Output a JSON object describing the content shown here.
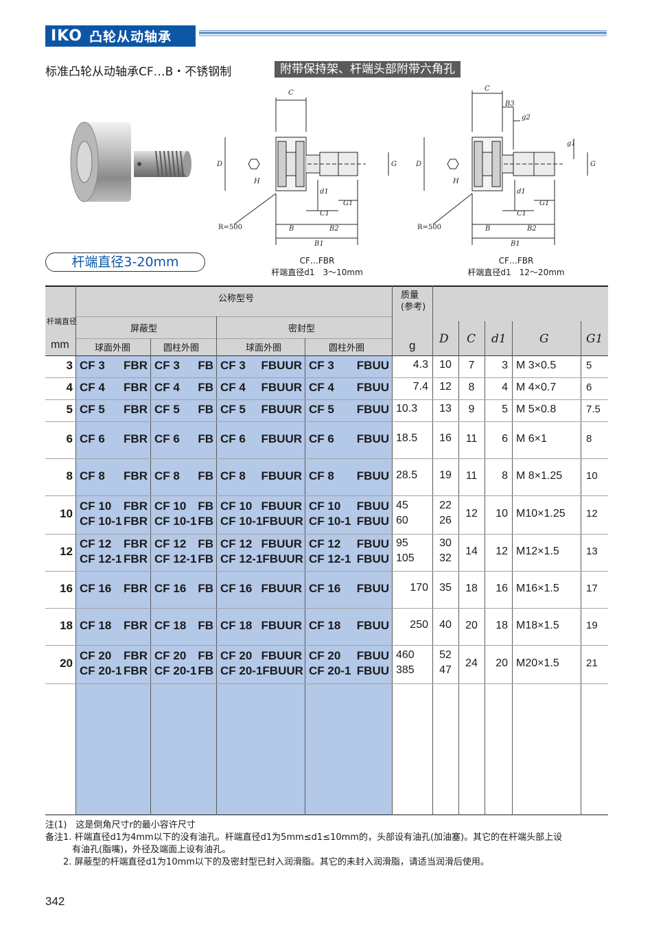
{
  "header": {
    "brand": "IKO",
    "title": "凸轮从动轴承",
    "subtitle": "标准凸轮从动轴承CF…B・不锈钢制",
    "tag": "附带保持架、杆端头部附带六角孔"
  },
  "range_label": "杆端直径3-20mm",
  "diagrams": [
    {
      "labels": {
        "C": "C",
        "D": "D",
        "H": "H",
        "d1": "d1",
        "G": "G",
        "C1": "C1",
        "G1": "G1",
        "R": "R=500",
        "B": "B",
        "B2": "B2",
        "B1": "B1"
      },
      "caption": "CF…FBR",
      "range": "杆端直径d1　3～10mm"
    },
    {
      "labels": {
        "C": "C",
        "B3": "B3",
        "g2": "g2",
        "g1": "g1",
        "D": "D",
        "H": "H",
        "d1": "d1",
        "G": "G",
        "C1": "C1",
        "G1": "G1",
        "R": "R=500",
        "B": "B",
        "B2": "B2",
        "B1": "B1"
      },
      "caption": "CF…FBR",
      "range": "杆端直径d1　12～20mm"
    }
  ],
  "table": {
    "headers": {
      "stud_dia": "杆端直径",
      "mm": "mm",
      "nominal": "公称型号",
      "shielded": "屏蔽型",
      "sealed": "密封型",
      "spherical": "球面外圈",
      "cylindrical": "圆柱外圈",
      "mass": "质量\n(参考)",
      "g": "g",
      "D": "D",
      "C": "C",
      "d1": "d1",
      "G": "G",
      "G1": "G1"
    },
    "rows": [
      {
        "d": "3",
        "models": [
          [
            "CF 3 FBR",
            "CF 3 FB",
            "CF 3 FBUUR",
            "CF 3 FBUU"
          ]
        ],
        "mass": [
          "4.3"
        ],
        "D": [
          "10"
        ],
        "C": "7",
        "d1": "3",
        "G": "M  3×0.5",
        "G1": "5"
      },
      {
        "d": "4",
        "models": [
          [
            "CF 4 FBR",
            "CF 4 FB",
            "CF 4 FBUUR",
            "CF 4 FBUU"
          ]
        ],
        "mass": [
          "7.4"
        ],
        "D": [
          "12"
        ],
        "C": "8",
        "d1": "4",
        "G": "M  4×0.7",
        "G1": "6"
      },
      {
        "d": "5",
        "models": [
          [
            "CF 5 FBR",
            "CF 5 FB",
            "CF 5 FBUUR",
            "CF 5 FBUU"
          ]
        ],
        "mass": [
          "10.3"
        ],
        "D": [
          "13"
        ],
        "C": "9",
        "d1": "5",
        "G": "M  5×0.8",
        "G1": "7.5"
      },
      {
        "d": "6",
        "models": [
          [
            "CF 6 FBR",
            "CF 6 FB",
            "CF 6 FBUUR",
            "CF 6 FBUU"
          ]
        ],
        "mass": [
          "18.5"
        ],
        "D": [
          "16"
        ],
        "C": "11",
        "d1": "6",
        "G": "M  6×1",
        "G1": "8"
      },
      {
        "d": "8",
        "models": [
          [
            "CF 8 FBR",
            "CF 8 FB",
            "CF 8 FBUUR",
            "CF 8 FBUU"
          ]
        ],
        "mass": [
          "28.5"
        ],
        "D": [
          "19"
        ],
        "C": "11",
        "d1": "8",
        "G": "M  8×1.25",
        "G1": "10"
      },
      {
        "d": "10",
        "models": [
          [
            "CF 10 FBR",
            "CF 10 FB",
            "CF 10 FBUUR",
            "CF 10 FBUU"
          ],
          [
            "CF 10-1 FBR",
            "CF 10-1 FB",
            "CF 10-1 FBUUR",
            "CF 10-1 FBUU"
          ]
        ],
        "mass": [
          "45",
          "60"
        ],
        "D": [
          "22",
          "26"
        ],
        "C": "12",
        "d1": "10",
        "G": "M10×1.25",
        "G1": "12"
      },
      {
        "d": "12",
        "models": [
          [
            "CF 12 FBR",
            "CF 12 FB",
            "CF 12 FBUUR",
            "CF 12 FBUU"
          ],
          [
            "CF 12-1 FBR",
            "CF 12-1 FB",
            "CF 12-1 FBUUR",
            "CF 12-1 FBUU"
          ]
        ],
        "mass": [
          "95",
          "105"
        ],
        "D": [
          "30",
          "32"
        ],
        "C": "14",
        "d1": "12",
        "G": "M12×1.5",
        "G1": "13"
      },
      {
        "d": "16",
        "models": [
          [
            "CF 16 FBR",
            "CF 16 FB",
            "CF 16 FBUUR",
            "CF 16 FBUU"
          ]
        ],
        "mass": [
          "170"
        ],
        "D": [
          "35"
        ],
        "C": "18",
        "d1": "16",
        "G": "M16×1.5",
        "G1": "17"
      },
      {
        "d": "18",
        "models": [
          [
            "CF 18 FBR",
            "CF 18 FB",
            "CF 18 FBUUR",
            "CF 18 FBUU"
          ]
        ],
        "mass": [
          "250"
        ],
        "D": [
          "40"
        ],
        "C": "20",
        "d1": "18",
        "G": "M18×1.5",
        "G1": "19"
      },
      {
        "d": "20",
        "models": [
          [
            "CF 20 FBR",
            "CF 20 FB",
            "CF 20 FBUUR",
            "CF 20 FBUU"
          ],
          [
            "CF 20-1 FBR",
            "CF 20-1 FB",
            "CF 20-1 FBUUR",
            "CF 20-1 FBUU"
          ]
        ],
        "mass": [
          "460",
          "385"
        ],
        "D": [
          "52",
          "47"
        ],
        "C": "24",
        "d1": "20",
        "G": "M20×1.5",
        "G1": "21"
      }
    ]
  },
  "notes": [
    "注(1)　这是倒角尺寸r的最小容许尺寸",
    "备注1. 杆端直径d1为4mm以下的没有油孔。杆端直径d1为5mm≤d1≤10mm的，头部设有油孔(加油塞)。其它的在杆端头部上设",
    "　　　有油孔(脂嘴)，外径及端面上设有油孔。",
    "　　2. 屏蔽型的杆端直径d1为10mm以下的及密封型已封入润滑脂。其它的未封入润滑脂，请适当润滑后使用。"
  ],
  "page_number": "342",
  "colors": {
    "brand": "#0d56a6",
    "band": "#b4c8e7",
    "header_gray": "#d4d4d4"
  }
}
